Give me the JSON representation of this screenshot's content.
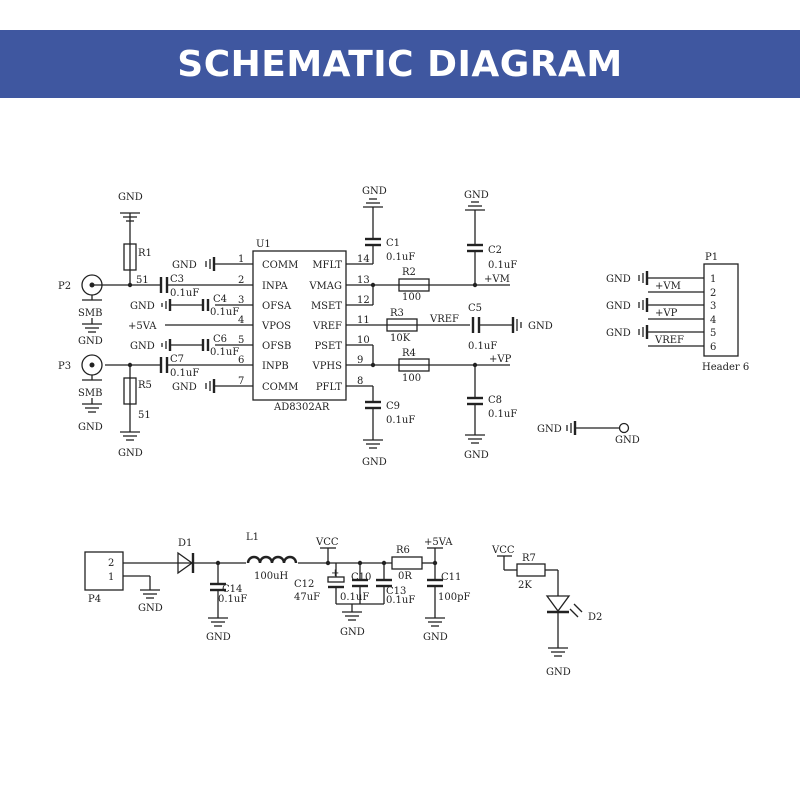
{
  "header": {
    "title": "SCHEMATIC DIAGRAM"
  },
  "ic": {
    "ref": "U1",
    "part": "AD8302AR",
    "left_pins": [
      {
        "num": "1",
        "name": "COMM"
      },
      {
        "num": "2",
        "name": "INPA"
      },
      {
        "num": "3",
        "name": "OFSA"
      },
      {
        "num": "4",
        "name": "VPOS"
      },
      {
        "num": "5",
        "name": "OFSB"
      },
      {
        "num": "6",
        "name": "INPB"
      },
      {
        "num": "7",
        "name": "COMM"
      }
    ],
    "right_pins": [
      {
        "num": "14",
        "name": "MFLT"
      },
      {
        "num": "13",
        "name": "VMAG"
      },
      {
        "num": "12",
        "name": "MSET"
      },
      {
        "num": "11",
        "name": "VREF"
      },
      {
        "num": "10",
        "name": "PSET"
      },
      {
        "num": "9",
        "name": "VPHS"
      },
      {
        "num": "8",
        "name": "PFLT"
      }
    ]
  },
  "labels": {
    "gnd": "GND",
    "smb": "SMB",
    "vcc": "VCC",
    "p5va": "+5VA",
    "vm": "+VM",
    "vp": "+VP",
    "vref": "VREF",
    "p2": "P2",
    "p3": "P3",
    "p4": "P4",
    "p1": "P1",
    "header6": "Header 6",
    "d1": "D1",
    "d2": "D2",
    "l1": "L1",
    "l1_val": "100uH"
  },
  "parts": {
    "r1": {
      "ref": "R1",
      "val": "51"
    },
    "r5": {
      "ref": "R5",
      "val": "51"
    },
    "c3": {
      "ref": "C3",
      "val": "0.1uF"
    },
    "c4": {
      "ref": "C4",
      "val": "0.1uF"
    },
    "c6": {
      "ref": "C6",
      "val": "0.1uF"
    },
    "c7": {
      "ref": "C7",
      "val": "0.1uF"
    },
    "c1": {
      "ref": "C1",
      "val": "0.1uF"
    },
    "c2": {
      "ref": "C2",
      "val": "0.1uF"
    },
    "r2": {
      "ref": "R2",
      "val": "100"
    },
    "r3": {
      "ref": "R3",
      "val": "10K"
    },
    "c5": {
      "ref": "C5",
      "val": "0.1uF"
    },
    "r4": {
      "ref": "R4",
      "val": "100"
    },
    "c8": {
      "ref": "C8",
      "val": "0.1uF"
    },
    "c9": {
      "ref": "C9",
      "val": "0.1uF"
    },
    "c14": {
      "ref": "C14",
      "val": "0.1uF"
    },
    "c12": {
      "ref": "C12",
      "val": "47uF"
    },
    "c10": {
      "ref": "C10",
      "val": "0.1uF"
    },
    "r6": {
      "ref": "R6",
      "val": "0R"
    },
    "c13": {
      "ref": "C13",
      "val": "0.1uF"
    },
    "c11": {
      "ref": "C11",
      "val": "100pF"
    },
    "r7": {
      "ref": "R7",
      "val": "2K"
    }
  },
  "header_pins": [
    {
      "num": "1",
      "signal": ""
    },
    {
      "num": "2",
      "signal": "+VM"
    },
    {
      "num": "3",
      "signal": ""
    },
    {
      "num": "4",
      "signal": "+VP"
    },
    {
      "num": "5",
      "signal": ""
    },
    {
      "num": "6",
      "signal": "VREF"
    }
  ],
  "p4_pins": [
    "2",
    "1"
  ]
}
